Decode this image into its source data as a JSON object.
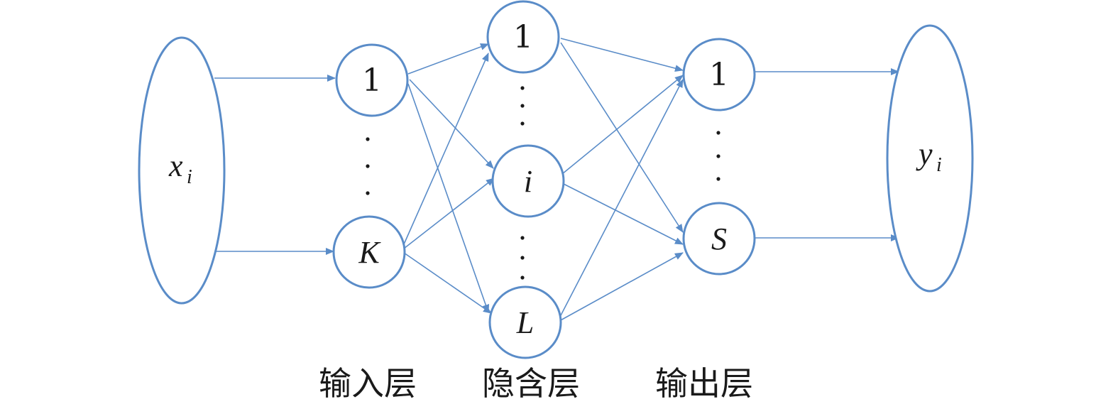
{
  "input_set": {
    "var": "x",
    "sub": "i"
  },
  "output_set": {
    "var": "y",
    "sub": "i"
  },
  "input_layer": {
    "nodes": [
      "1",
      "K"
    ],
    "label": "输入层"
  },
  "hidden_layer": {
    "nodes": [
      "1",
      "i",
      "L"
    ],
    "label": "隐含层"
  },
  "output_layer": {
    "nodes": [
      "1",
      "S"
    ],
    "label": "输出层"
  },
  "colors": {
    "line": "#5a8cc8",
    "text": "#1a1a1a"
  }
}
